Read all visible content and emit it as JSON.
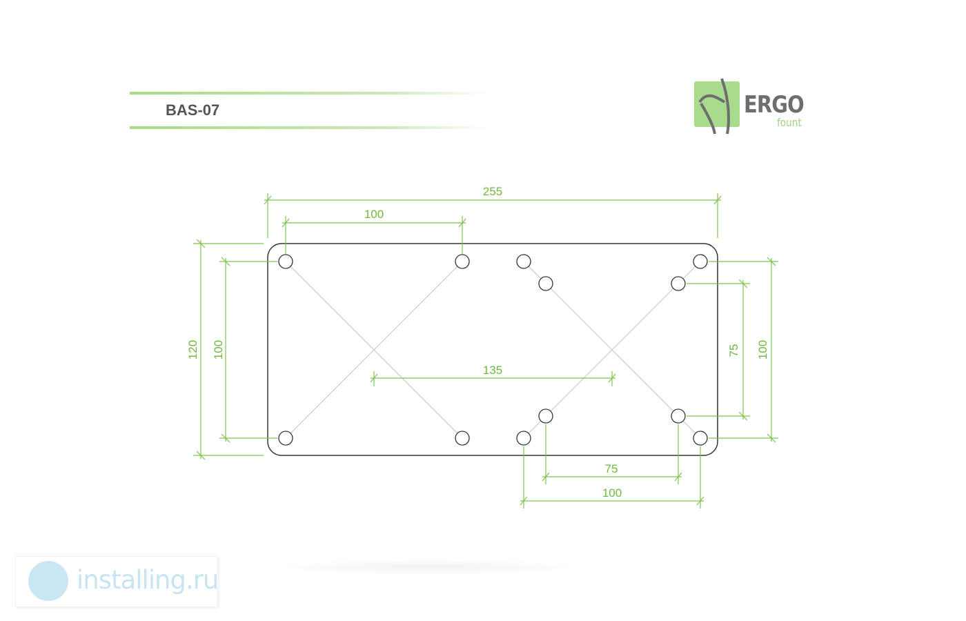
{
  "header": {
    "title": "BAS-07"
  },
  "logo": {
    "brand": "ERGO",
    "sub": "fount"
  },
  "dimensions": {
    "overall_width": "255",
    "top_hole_spacing": "100",
    "center_spacing": "135",
    "overall_height": "120",
    "left_hole_height": "100",
    "right_inner_height": "75",
    "right_outer_height": "100",
    "bottom_inner_width": "75",
    "bottom_outer_width": "100"
  },
  "colors": {
    "dimension": "#6fb83e",
    "outline": "#333333",
    "diagonal": "#bbbbbb"
  },
  "watermark": {
    "text": "installing.ru"
  }
}
